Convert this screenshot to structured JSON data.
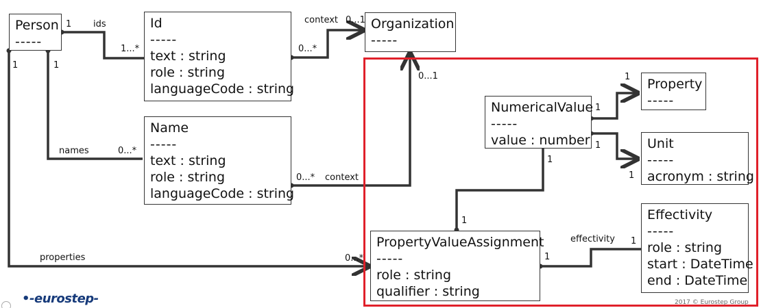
{
  "classes": {
    "person": {
      "title": "Person",
      "sep": "-----",
      "attrs": []
    },
    "id": {
      "title": "Id",
      "sep": "-----",
      "attrs": [
        "text : string",
        "role : string",
        "languageCode : string"
      ]
    },
    "org": {
      "title": "Organization",
      "sep": "-----",
      "attrs": []
    },
    "name": {
      "title": "Name",
      "sep": "-----",
      "attrs": [
        "text : string",
        "role : string",
        "languageCode : string"
      ]
    },
    "numval": {
      "title": "NumericalValue",
      "sep": "-----",
      "attrs": [
        "value : number"
      ]
    },
    "property": {
      "title": "Property",
      "sep": "-----",
      "attrs": []
    },
    "unit": {
      "title": "Unit",
      "sep": "-----",
      "attrs": [
        "acronym : string"
      ]
    },
    "pva": {
      "title": "PropertyValueAssignment",
      "sep": "-----",
      "attrs": [
        "role : string",
        "qualifier : string"
      ]
    },
    "effect": {
      "title": "Effectivity",
      "sep": "-----",
      "attrs": [
        "role : string",
        "start : DateTime",
        "end : DateTime"
      ]
    }
  },
  "labels": {
    "ids": "ids",
    "ids_src": "1",
    "ids_tgt": "1...*",
    "ctx1": "context",
    "ctx1_src": "0...*",
    "ctx1_tgt": "0...1",
    "person_1a": "1",
    "person_1b": "1",
    "names": "names",
    "names_tgt": "0...*",
    "ctx2": "context",
    "ctx2_src": "0...*",
    "ctx2_tgt": "0...1",
    "properties": "properties",
    "props_tgt": "0...*",
    "np_src": "1",
    "np_tgt": "1",
    "nu_src": "1",
    "nu_tgt": "1",
    "nv_pva_top": "1",
    "nv_pva_bot": "1",
    "effectivity": "effectivity",
    "eff_src": "1",
    "eff_tgt": "1"
  },
  "footer": {
    "logo": "eurostep",
    "copyright": "2017 © Eurostep Group"
  }
}
